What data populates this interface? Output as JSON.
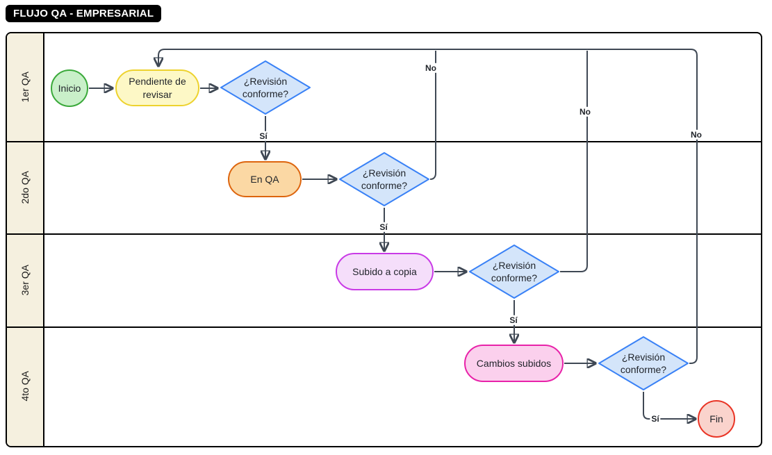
{
  "title": "FLUJO QA - EMPRESARIAL",
  "lanes": [
    {
      "label": "1er QA"
    },
    {
      "label": "2do QA"
    },
    {
      "label": "3er QA"
    },
    {
      "label": "4to QA"
    }
  ],
  "nodes": {
    "inicio": {
      "label": "Inicio",
      "type": "start",
      "lane": "1er QA",
      "fill": "#C9F0C9",
      "stroke": "#3AA93A"
    },
    "pendiente_de_revisar": {
      "label": "Pendiente de revisar",
      "type": "process",
      "lane": "1er QA",
      "fill": "#FDF8C6",
      "stroke": "#EDD22E"
    },
    "decision_1": {
      "label": "¿Revisión conforme?",
      "type": "decision",
      "lane": "1er QA",
      "fill": "#D4E5FA",
      "stroke": "#3981F6"
    },
    "en_qa": {
      "label": "En QA",
      "type": "process",
      "lane": "2do QA",
      "fill": "#FBD8A4",
      "stroke": "#DD650E"
    },
    "decision_2": {
      "label": "¿Revisión conforme?",
      "type": "decision",
      "lane": "2do QA",
      "fill": "#D4E5FA",
      "stroke": "#3981F6"
    },
    "subido_a_copia": {
      "label": "Subido a copia",
      "type": "process",
      "lane": "3er QA",
      "fill": "#F5DEFA",
      "stroke": "#C93AE6"
    },
    "decision_3": {
      "label": "¿Revisión conforme?",
      "type": "decision",
      "lane": "3er QA",
      "fill": "#D4E5FA",
      "stroke": "#3981F6"
    },
    "cambios_subidos": {
      "label": "Cambios subidos",
      "type": "process",
      "lane": "4to QA",
      "fill": "#FBD0ED",
      "stroke": "#E822A9"
    },
    "decision_4": {
      "label": "¿Revisión conforme?",
      "type": "decision",
      "lane": "4to QA",
      "fill": "#D4E5FA",
      "stroke": "#3981F6"
    },
    "fin": {
      "label": "Fin",
      "type": "end",
      "lane": "4to QA",
      "fill": "#FAD3CC",
      "stroke": "#E93425"
    }
  },
  "edge_labels": {
    "yes": "Sí",
    "no": "No"
  },
  "edges": [
    {
      "from": "inicio",
      "to": "pendiente_de_revisar",
      "label": ""
    },
    {
      "from": "pendiente_de_revisar",
      "to": "decision_1",
      "label": ""
    },
    {
      "from": "decision_1",
      "to": "en_qa",
      "label": "Sí"
    },
    {
      "from": "en_qa",
      "to": "decision_2",
      "label": ""
    },
    {
      "from": "decision_2",
      "to": "subido_a_copia",
      "label": "Sí"
    },
    {
      "from": "decision_2",
      "to": "pendiente_de_revisar",
      "label": "No"
    },
    {
      "from": "subido_a_copia",
      "to": "decision_3",
      "label": ""
    },
    {
      "from": "decision_3",
      "to": "cambios_subidos",
      "label": "Sí"
    },
    {
      "from": "decision_3",
      "to": "pendiente_de_revisar",
      "label": "No"
    },
    {
      "from": "cambios_subidos",
      "to": "decision_4",
      "label": ""
    },
    {
      "from": "decision_4",
      "to": "fin",
      "label": "Sí"
    },
    {
      "from": "decision_4",
      "to": "pendiente_de_revisar",
      "label": "No"
    }
  ],
  "colors": {
    "connector": "#3F4854",
    "lane_header_fill": "#F5F0DF",
    "pool_border": "#000000",
    "title_bg": "#000000",
    "title_fg": "#FFFFFF",
    "background": "#FFFFFF"
  }
}
